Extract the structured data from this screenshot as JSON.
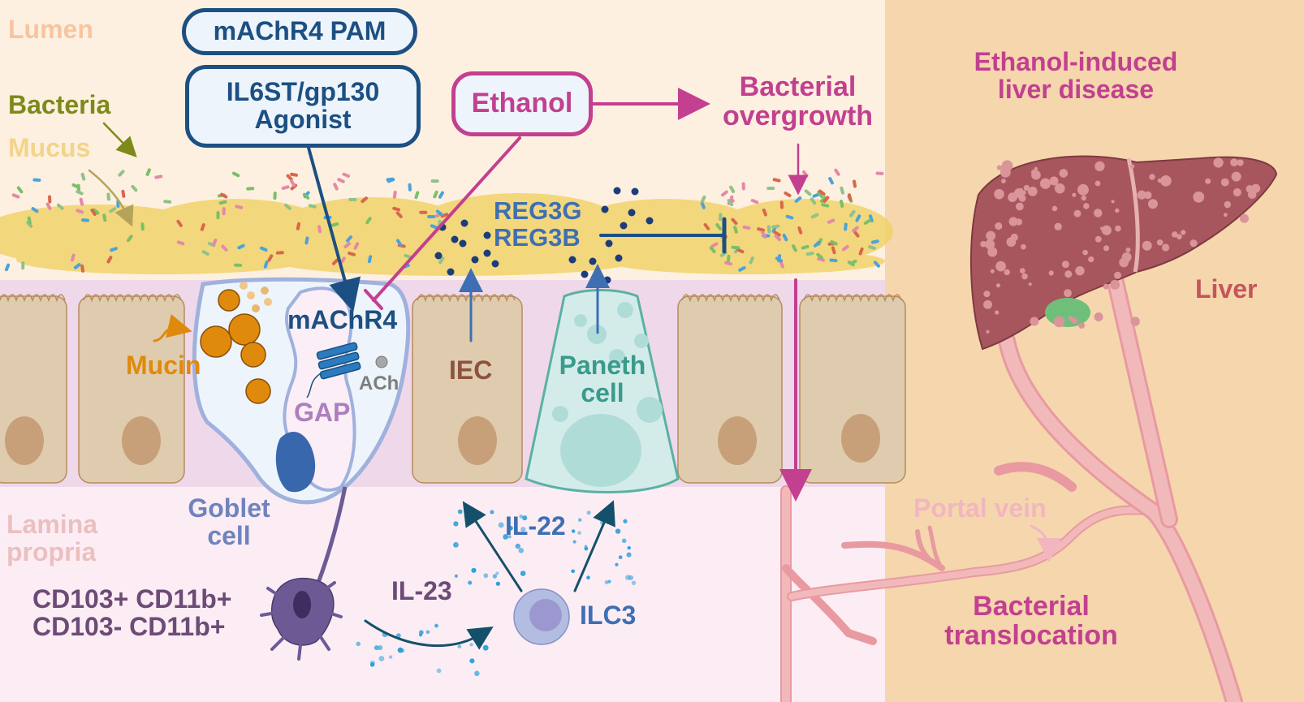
{
  "title": "Gut-liver axis: mAChR4 and IL6ST/gp130 in ethanol-induced liver disease",
  "colors": {
    "lumen_bg": "#fdf0e0",
    "liver_panel_bg": "#f5d6ad",
    "epithelium_bg": "#efd8ea",
    "lamina_bg": "#fcedf5",
    "ethanol_magenta": "#c2408f",
    "therapy_navy": "#1c4f82",
    "reg3_blue": "#3e6fb3",
    "mucin_orange": "#df8a0c",
    "paneth_teal": "#3a9a8b",
    "iec_brown": "#8b5340",
    "goblet_periwinkle": "#6f84bd",
    "gap_purple": "#ad7fbf",
    "dc_purple": "#6d4b77",
    "liver_red": "#c2575a",
    "portal_pink": "#f0aeb4"
  },
  "regions": {
    "lumen": "Lumen",
    "lamina_propria": "Lamina\npropria"
  },
  "legend": {
    "bacteria": "Bacteria",
    "mucus": "Mucus"
  },
  "therapies": {
    "pam": "mAChR4 PAM",
    "agonist_line1": "IL6ST/gp130",
    "agonist_line2": "Agonist"
  },
  "ethanol": {
    "label": "Ethanol",
    "effect_line1": "Bacterial",
    "effect_line2": "overgrowth"
  },
  "antimicrobials": {
    "line1": "REG3G",
    "line2": "REG3B"
  },
  "cells": {
    "mucin": "Mucin",
    "receptor": "mAChR4",
    "ligand": "ACh",
    "gap": "GAP",
    "iec": "IEC",
    "paneth_line1": "Paneth",
    "paneth_line2": "cell",
    "goblet_line1": "Goblet",
    "goblet_line2": "cell",
    "dc_line1": "CD103+ CD11b+",
    "dc_line2": "CD103- CD11b+",
    "ilc3": "ILC3"
  },
  "cytokines": {
    "il23": "IL-23",
    "il22": "IL-22"
  },
  "liver": {
    "disease_line1": "Ethanol-induced",
    "disease_line2": "liver disease",
    "organ": "Liver",
    "vein": "Portal vein",
    "translocation_line1": "Bacterial",
    "translocation_line2": "translocation"
  }
}
